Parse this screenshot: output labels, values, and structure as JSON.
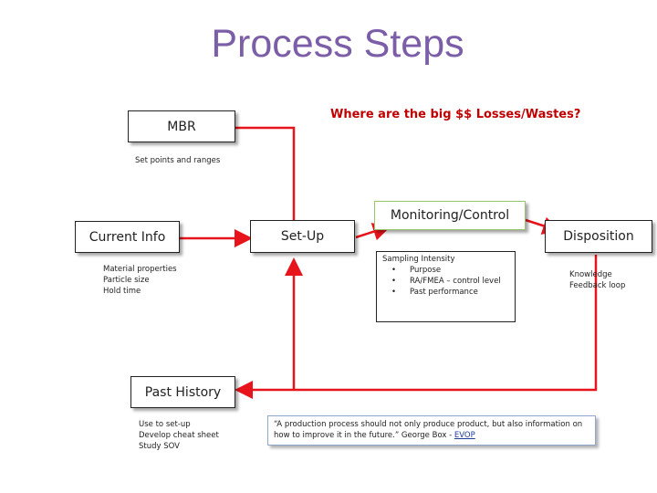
{
  "title": "Process Steps",
  "question": "Where are the big $$ Losses/Wastes?",
  "mbr": {
    "label": "MBR",
    "note": "Set points and ranges"
  },
  "current_info": {
    "label": "Current Info",
    "notes": [
      "Material properties",
      "Particle size",
      "Hold time"
    ]
  },
  "setup": {
    "label": "Set-Up"
  },
  "monitoring": {
    "label": "Monitoring/Control",
    "heading": "Sampling Intensity",
    "bullets": [
      "Purpose",
      "RA/FMEA – control level",
      "Past performance"
    ]
  },
  "disposition": {
    "label": "Disposition",
    "notes": [
      "Knowledge",
      "Feedback loop"
    ]
  },
  "past_history": {
    "label": "Past History",
    "notes": [
      "Use to set-up",
      "Develop cheat sheet",
      "Study SOV"
    ]
  },
  "quote": {
    "text": "“A production process should not only produce product, but also information on how to improve it in the future.” George Box - ",
    "link": "EVOP"
  },
  "colors": {
    "title": "#7b5ea7",
    "arrow": "#e8141b",
    "question": "#c00000",
    "monitoring_border": "#9bc36b",
    "quote_border": "#8fa6cf"
  }
}
